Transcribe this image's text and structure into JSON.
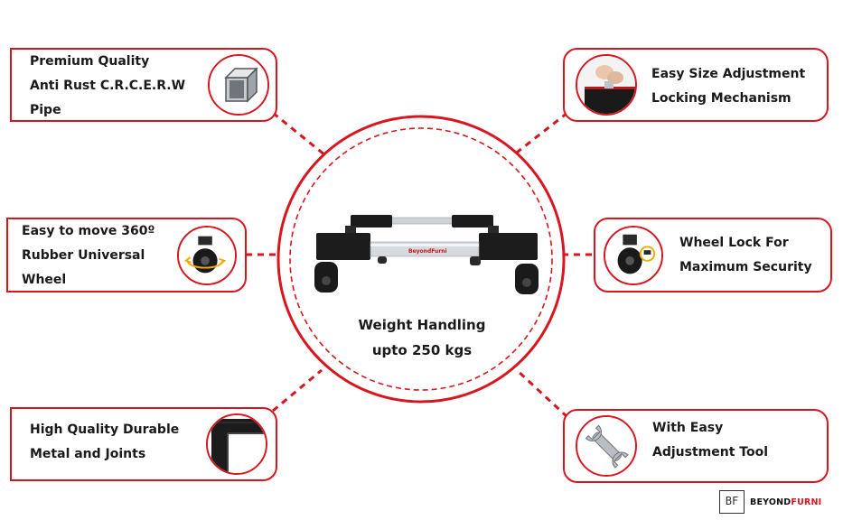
{
  "features": {
    "pipe": {
      "line1": "Premium Quality",
      "line2": "Anti Rust C.R.C.E.R.W",
      "line3": "Pipe"
    },
    "size": {
      "line1": "Easy Size Adjustment",
      "line2": "Locking Mechanism"
    },
    "wheel": {
      "line1": "Easy to move 360º",
      "line2": "Rubber Universal",
      "line3": "Wheel"
    },
    "lock": {
      "line1": "Wheel Lock For",
      "line2": "Maximum Security"
    },
    "joints": {
      "line1": "High Quality Durable",
      "line2": "Metal and Joints"
    },
    "tool": {
      "line1": "With Easy",
      "line2": "Adjustment Tool"
    }
  },
  "center": {
    "line1": "Weight Handling",
    "line2": "upto 250 kgs",
    "product_label": "BeyondFurni"
  },
  "brand": {
    "mark": "BF",
    "name_part1": "BEYOND",
    "name_part2": "FURNI"
  },
  "colors": {
    "accent": "#d8161f",
    "frame_black": "#1c1c1c",
    "steel": "#cfd2d6"
  }
}
